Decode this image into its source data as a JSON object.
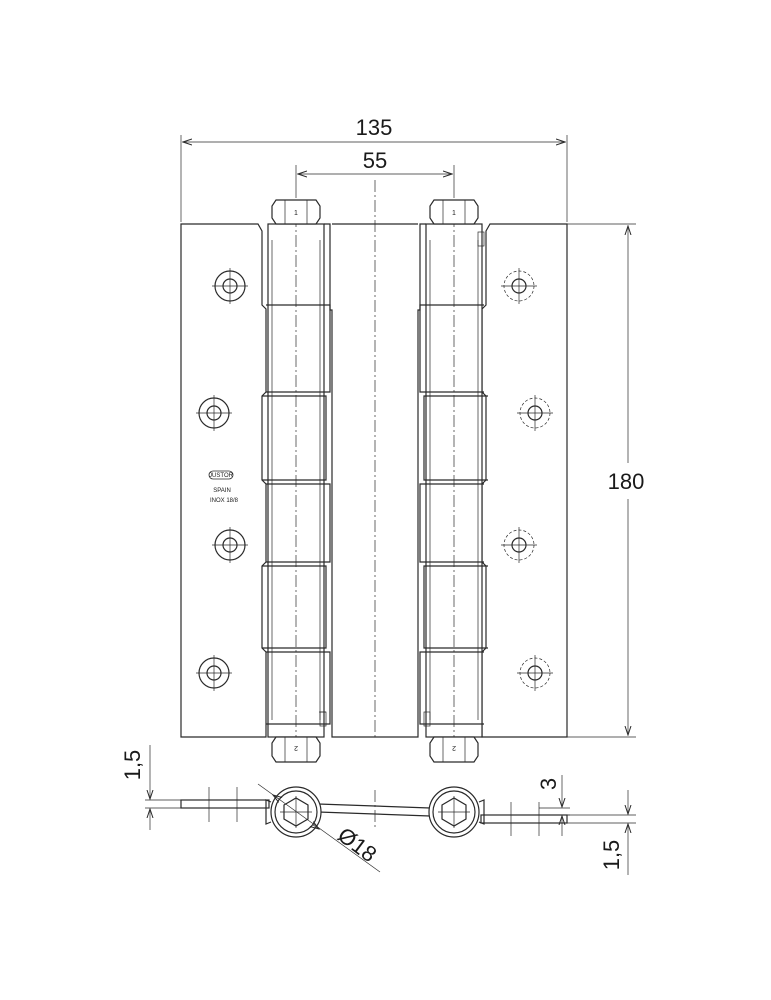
{
  "dimensions": {
    "overall_width": "135",
    "axis_distance": "55",
    "height": "180",
    "leaf_thickness_top": "1,5",
    "leaf_thickness_bottom": "1,5",
    "offset": "3",
    "barrel_diameter": "Ø18"
  },
  "marking": {
    "logo": "JUSTOR",
    "origin": "SPAIN",
    "material": "INOX 18/8"
  },
  "pin_labels": {
    "top_left": "1",
    "top_right": "1",
    "bottom_left": "2",
    "bottom_right": "2"
  }
}
